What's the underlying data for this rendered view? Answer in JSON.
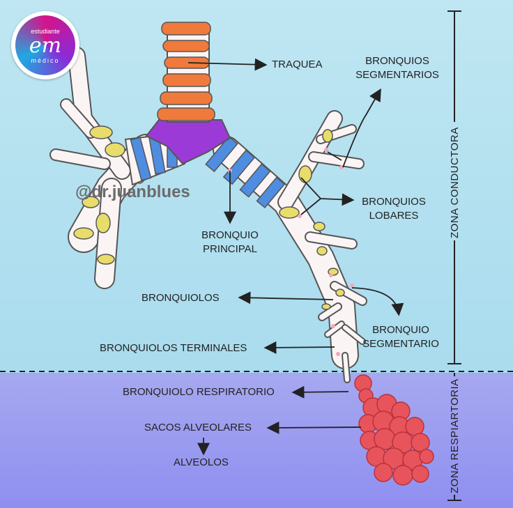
{
  "logo": {
    "line1": "estudiante",
    "mark": "em",
    "line2": "médico"
  },
  "watermark": "@dr.juanblues",
  "labels": {
    "traquea": "TRAQUEA",
    "bronquios_segmentarios_1": "BRONQUIOS",
    "bronquios_segmentarios_2": "SEGMENTARIOS",
    "bronquios_lobares_1": "BRONQUIOS",
    "bronquios_lobares_2": "LOBARES",
    "bronquio_principal_1": "BRONQUIO",
    "bronquio_principal_2": "PRINCIPAL",
    "bronquiolos": "BRONQUIOLOS",
    "bronquio_segmentario_1": "BRONQUIO",
    "bronquio_segmentario_2": "SEGMENTARIO",
    "bronquiolos_terminales": "BRONQUIOLOS TERMINALES",
    "bronquiolo_respiratorio": "BRONQUIOLO RESPIRATORIO",
    "sacos_alveolares": "SACOS ALVEOLARES",
    "alveolos": "ALVEOLOS"
  },
  "zones": {
    "conductora": "ZONA CONDUCTORA",
    "respiratoria": "ZONA RESPIARTORIA"
  },
  "colors": {
    "conducting_bg": "#b3e1f0",
    "respiratory_bg": "#9c9cf0",
    "trachea": "#f07a3c",
    "carina": "#9b3ad6",
    "main_bronchus": "#4f8de0",
    "cartilage": "#e8dd6a",
    "alveoli": "#e8545c"
  }
}
